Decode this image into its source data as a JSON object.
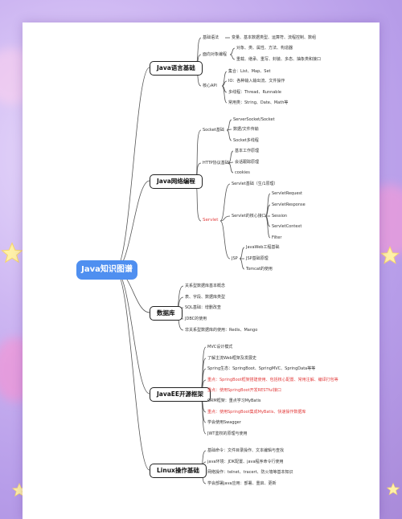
{
  "root": "Java知识图谱",
  "branches": {
    "b1": {
      "title": "Java语言基础",
      "basic": "基础语法",
      "basic_items": [
        "变量、基本数据类型、运算符、流程控制、数组"
      ],
      "oop": "面向对象编程",
      "oop_items": [
        "对象、类、属性、方法、构造器",
        "重载、继承、重写、封装、多态、抽象类和接口"
      ],
      "api": "核心API",
      "api_items": [
        "集合：List、Map、Set",
        "IO：各种输入输出流、文件操作",
        "多线程：Thread、Runnable",
        "常用类：String、Date、Math等"
      ]
    },
    "b2": {
      "title": "Java网络编程",
      "socket": "Socket基础",
      "socket_items": [
        "ServerSocket/Socket",
        "数据/文件传输",
        "Socket多线程"
      ],
      "http": "HTTP协议基础",
      "http_items": [
        "基本工作原理",
        "会话跟踪原理",
        "cookies"
      ],
      "servlet": "Servlet",
      "servlet_basic": "Servlet基础（生/1原理）",
      "servlet_core": "Servlet的核心接口",
      "servlet_core_items": [
        "ServletRequest",
        "ServletResponse",
        "Session",
        "ServletContext",
        "Filter"
      ],
      "jsp": "JSP",
      "jsp_items": [
        "JavaWeb工程基础",
        "JSP基础原理",
        "Tomcat的使用"
      ]
    },
    "b3": {
      "title": "数据库",
      "items": [
        "关系型数据库基本概念",
        "表、字段、数据库类型",
        "SQL基础：增删改查",
        "JDBC的使用",
        "非关系型数据库的使用：Redis、Mango"
      ]
    },
    "b4": {
      "title": "JavaEE开源框架",
      "items": [
        {
          "text": "MVC设计模式",
          "hl": false
        },
        {
          "text": "了解主流Web框架及发展史",
          "hl": false
        },
        {
          "text": "Spring生态：SpringBoot、SpringMVC、SpringData等等",
          "hl": false
        },
        {
          "text": "重点：SpringBoot框架搭建使用、包括核心配置、常用注解、编译打包等",
          "hl": true
        },
        {
          "text": "重点：使用SpringBoot开发RESTful接口",
          "hl": true
        },
        {
          "text": "ORM框架：重点学习MyBatis",
          "hl": false
        },
        {
          "text": "重点：使用SpringBoot集成MyBatis、快速操作数据库",
          "hl": true
        },
        {
          "text": "学会使用Swagger",
          "hl": false
        },
        {
          "text": "JWT鉴权的原理与使用",
          "hl": false
        }
      ]
    },
    "b5": {
      "title": "Linux操作基础",
      "items": [
        "基础命令：文件目录操作、文本编辑与查找",
        "java环境：JDK配置、java程序命令行使用",
        "网络操作：telnet、tracert、防火墙等基本知识",
        "学会部署java应用：部署、重启、更新"
      ]
    }
  },
  "colors": {
    "root": "#4f8ff0",
    "highlight": "#e23c3c",
    "line": "#555555"
  }
}
